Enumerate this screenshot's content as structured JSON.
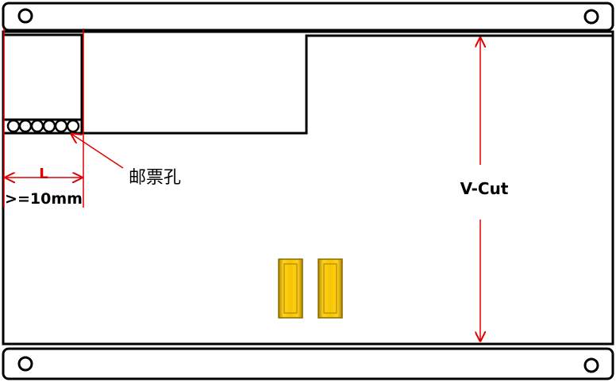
{
  "labels": {
    "dimension_letter": "L",
    "min_distance": ">=10mm",
    "stamp_hole": "邮票孔",
    "v_cut": "V-Cut"
  },
  "colors": {
    "outline": "#000000",
    "annotation": "#e00000",
    "pad_fill": "#f2c200",
    "pad_edge": "#9a7400",
    "background": "#ffffff"
  },
  "icons": [
    "mounting-hole-icon",
    "stamp-hole-icon",
    "gold-pad-icon"
  ]
}
